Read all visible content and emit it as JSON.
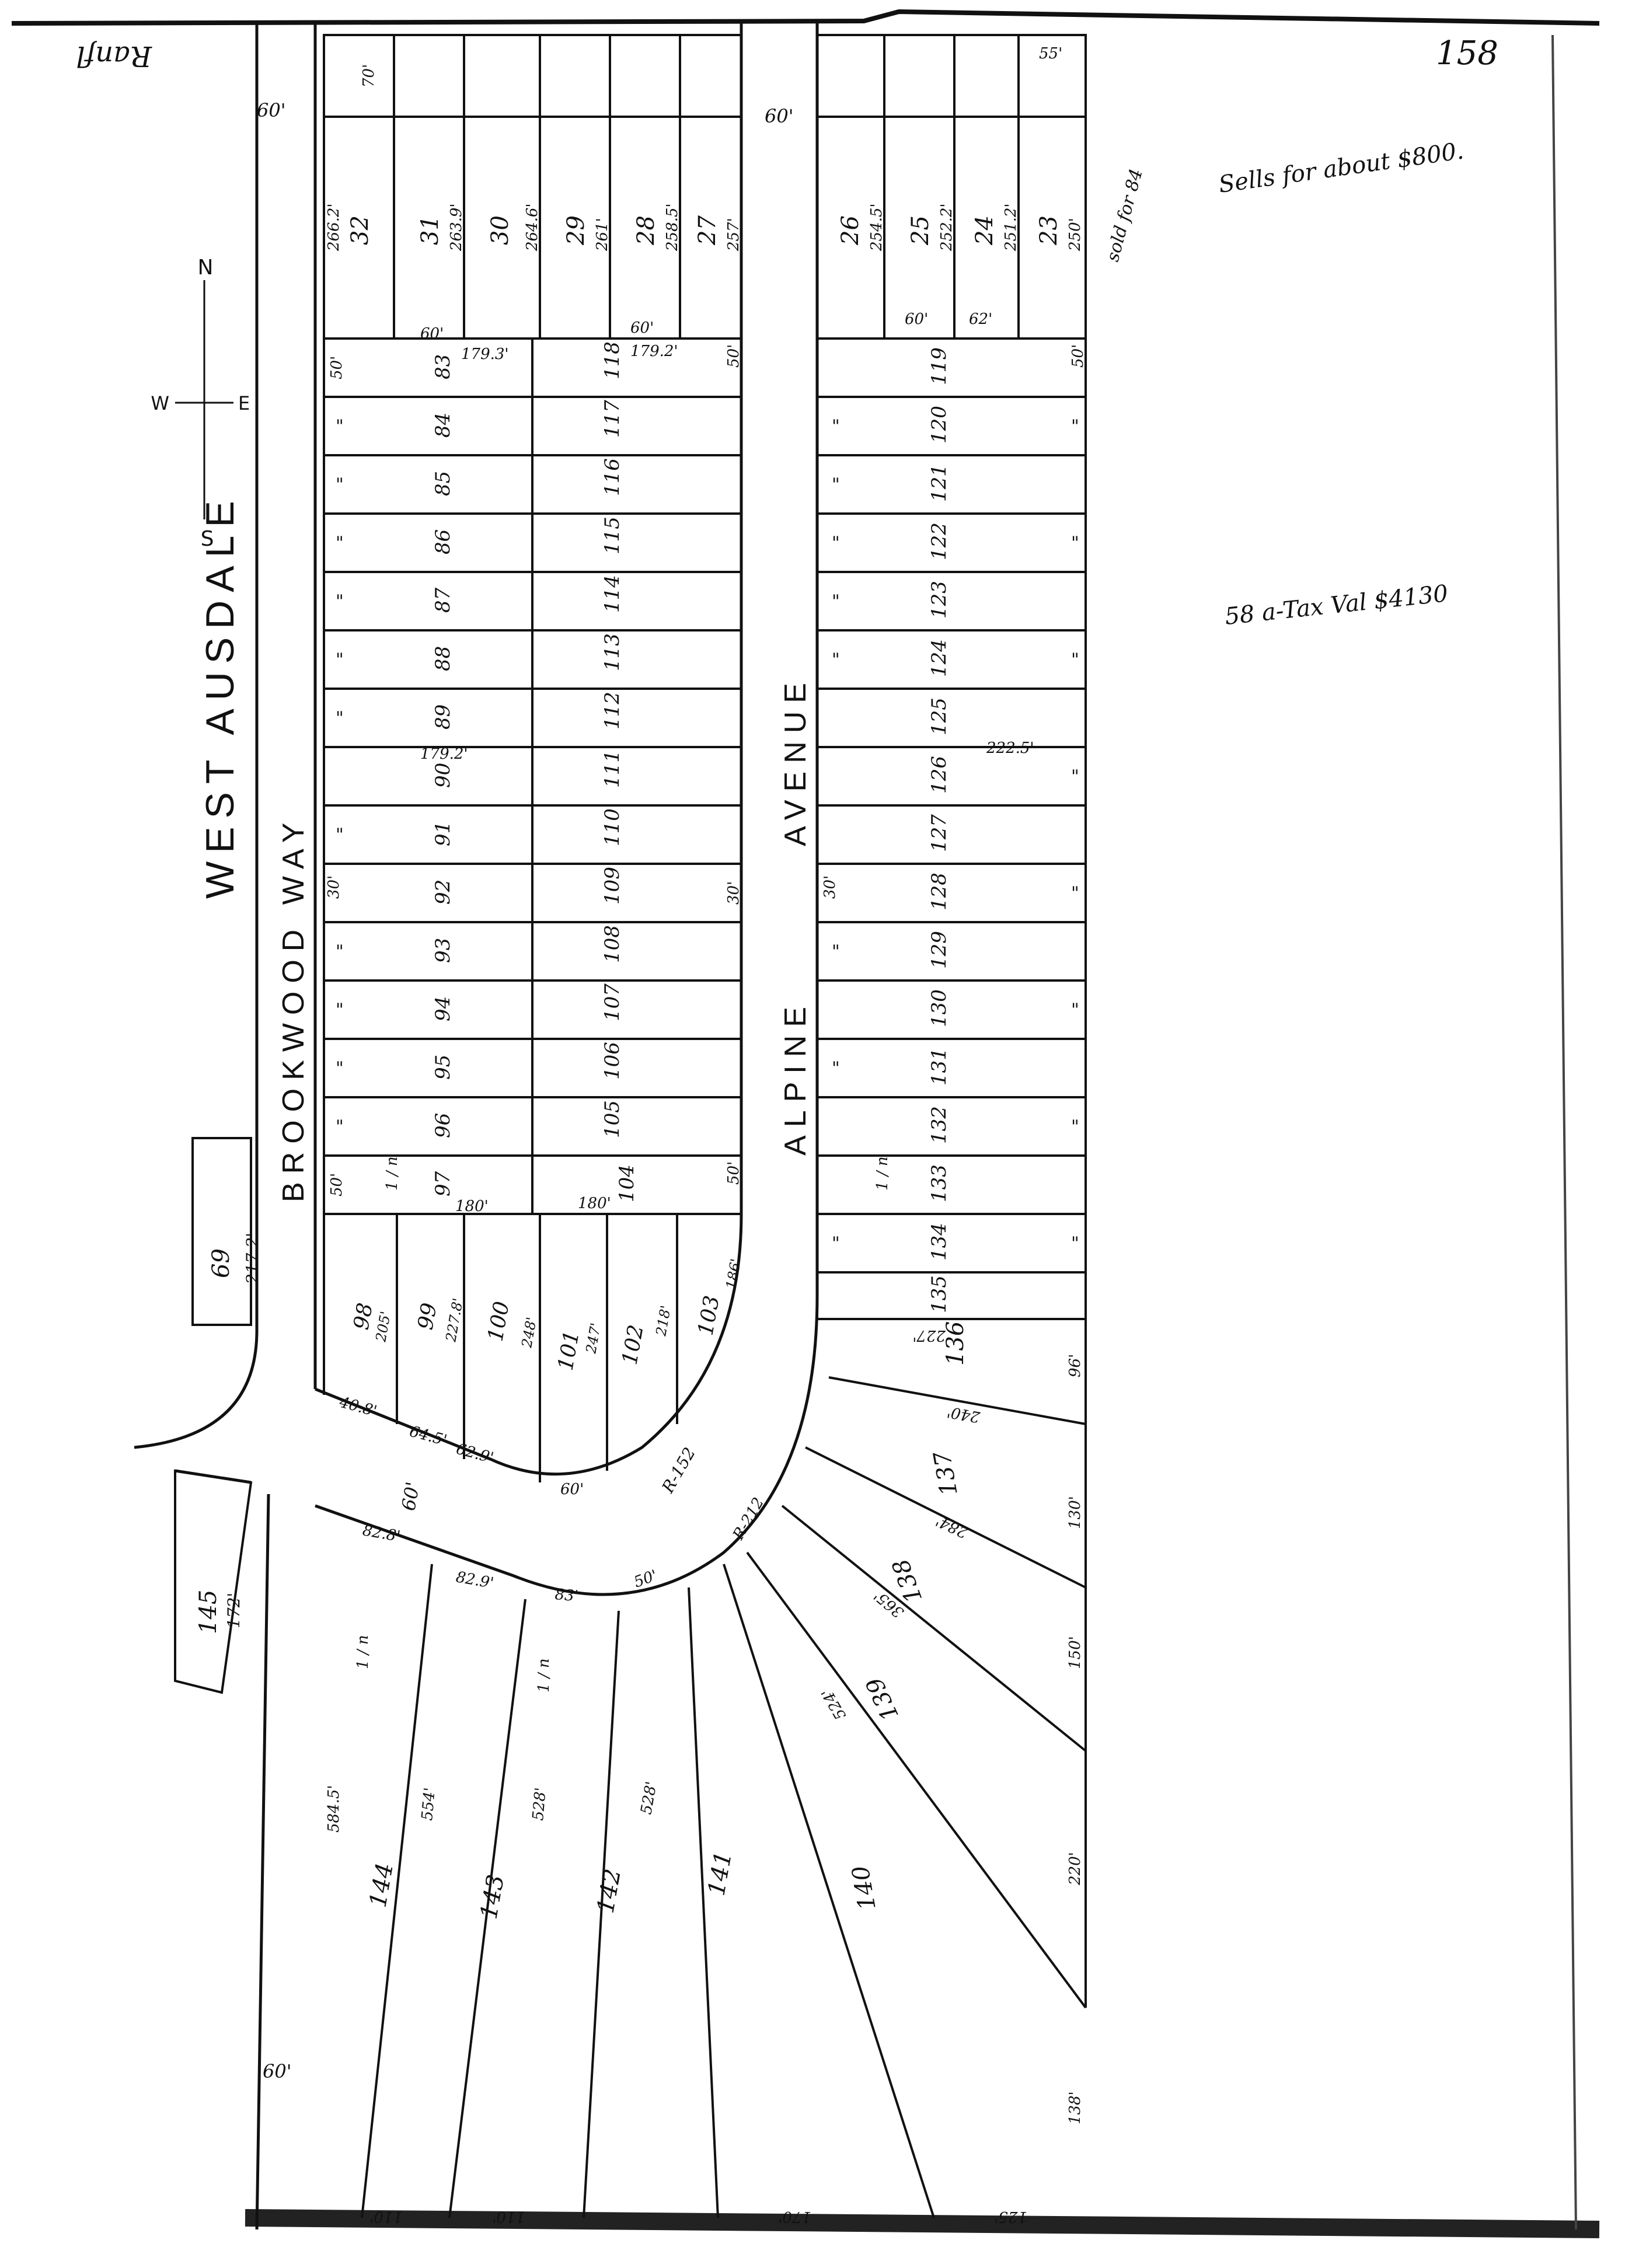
{
  "header": {
    "sheet_number": "158",
    "corner_scrawl": "Ranfl",
    "sale_note": "Sells for about $800.",
    "tax_note": "58 a-Tax Val $4130",
    "side_note": "sold for 84"
  },
  "compass": {
    "north": "N",
    "south": "S",
    "west": "W",
    "east": "E"
  },
  "streets": {
    "west_ausdale": "WEST AUSDALE",
    "brookwood_way": "BROOKWOOD WAY",
    "alpine": "ALPINE",
    "avenue": "AVENUE"
  },
  "street_widths": {
    "top_left": "60'",
    "top_right": "60'",
    "curve": "60'",
    "bottom": "60'"
  },
  "outparcels": [
    {
      "lot": "69",
      "depth": "217.2'"
    },
    {
      "lot": "145",
      "depth": "172'"
    }
  ],
  "top_lots_left": [
    {
      "lot": "32",
      "depth": "266.2'"
    },
    {
      "lot": "31",
      "depth": "263.9'"
    },
    {
      "lot": "30",
      "depth": "264.6'"
    },
    {
      "lot": "29",
      "depth": "261'"
    },
    {
      "lot": "28",
      "depth": "258.5'"
    },
    {
      "lot": "27",
      "depth": "257'"
    }
  ],
  "top_lots_right": [
    {
      "lot": "26",
      "depth": "254.5'"
    },
    {
      "lot": "25",
      "depth": "252.2'"
    },
    {
      "lot": "24",
      "depth": "251.2'"
    },
    {
      "lot": "23",
      "depth": "250'"
    }
  ],
  "top_frontages": [
    "70'",
    "60'",
    "60'",
    "60'",
    "62'",
    "55'"
  ],
  "block_left_outer": [
    "83",
    "84",
    "85",
    "86",
    "87",
    "88",
    "89",
    "90",
    "91",
    "92",
    "93",
    "94",
    "95",
    "96",
    "97"
  ],
  "block_left_inner": [
    "118",
    "117",
    "116",
    "115",
    "114",
    "113",
    "112",
    "111",
    "110",
    "109",
    "108",
    "107",
    "106",
    "105",
    "104"
  ],
  "block_right": [
    "119",
    "120",
    "121",
    "122",
    "123",
    "124",
    "125",
    "126",
    "127",
    "128",
    "129",
    "130",
    "131",
    "132",
    "133",
    "134",
    "135"
  ],
  "block_depths": [
    "179.3'",
    "179.2'",
    "179.2'",
    "180'",
    "180'",
    "222.5'"
  ],
  "block_frontages": [
    "50'",
    "50'",
    "50'",
    "50'",
    "50'",
    "30'",
    "30'",
    "30'"
  ],
  "curve_lots": [
    {
      "lot": "98",
      "depth": "205'"
    },
    {
      "lot": "99",
      "depth": "227.8'"
    },
    {
      "lot": "100",
      "depth": "248'"
    },
    {
      "lot": "101",
      "depth": "247'"
    },
    {
      "lot": "102",
      "depth": "218'"
    },
    {
      "lot": "103",
      "depth": "186'"
    }
  ],
  "curve_radius": "R-152",
  "curve_radius_small": "R-212",
  "fan_lots": [
    {
      "lot": "136",
      "depth": "227'",
      "frontage": "96'"
    },
    {
      "lot": "137",
      "depth": "240'",
      "frontage": "130'"
    },
    {
      "lot": "138",
      "depth": "284'",
      "frontage": "150'"
    },
    {
      "lot": "139",
      "depth": "365'",
      "frontage": "220'"
    },
    {
      "lot": "140",
      "depth": "524'",
      "frontage": "138'"
    }
  ],
  "bottom_lots": [
    {
      "lot": "144",
      "depth": "584.5'"
    },
    {
      "lot": "143",
      "depth": "554'"
    },
    {
      "lot": "142",
      "depth": "528'"
    },
    {
      "lot": "141",
      "depth": "528'"
    }
  ],
  "bottom_edge": [
    "110'",
    "110'",
    "170'",
    "125'"
  ],
  "arc_labels": [
    "62.9'",
    "64.5'",
    "40.8'",
    "82.8'",
    "82.9'",
    "83'",
    "50'",
    "60'"
  ],
  "ditto": "\"",
  "lot_note": "1 / n"
}
